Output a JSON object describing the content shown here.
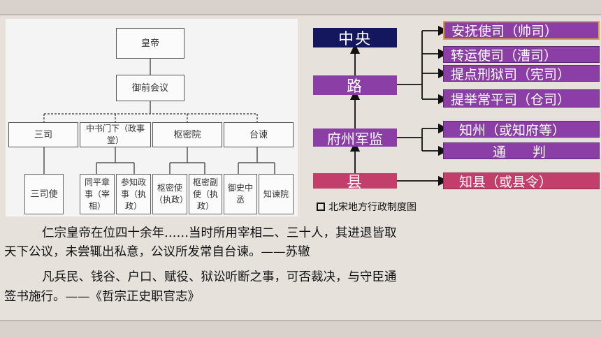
{
  "central": {
    "emperor": "皇帝",
    "council": "御前会议",
    "departments": [
      "三司",
      "中书门下（政事堂）",
      "枢密院",
      "台谏"
    ],
    "officials": [
      "三司使",
      "同平章事（宰相）",
      "参知政事（执政）",
      "枢密使（执政）",
      "枢密副使（执政）",
      "御史中丞",
      "知谏院"
    ]
  },
  "local": {
    "levels": [
      "中央",
      "路",
      "府州军监",
      "县"
    ],
    "lu_offices": [
      "安抚使司（帅司）",
      "转运使司（漕司）",
      "提点刑狱司（宪司）",
      "提举常平司（仓司）"
    ],
    "fu_offices": [
      "知州（或知府等）",
      "通　　判"
    ],
    "xian_offices": [
      "知县（或县令）"
    ],
    "caption": "北宋地方行政制度图",
    "colors": {
      "central": "#14175e",
      "lu": "#8a3ea6",
      "county": "#c13f6a"
    }
  },
  "quotes": {
    "q1_line1": "仁宗皇帝在位四十余年……当时所用宰相二、三十人，其进退皆取",
    "q1_line2": "天下公议，未尝辄出私意，公议所发常自台谏。——苏辙",
    "q2_line1": "凡兵民、钱谷、户口、赋役、狱讼听断之事，可否裁决，与守臣通",
    "q2_line2": "签书施行。——《哲宗正史职官志》"
  }
}
